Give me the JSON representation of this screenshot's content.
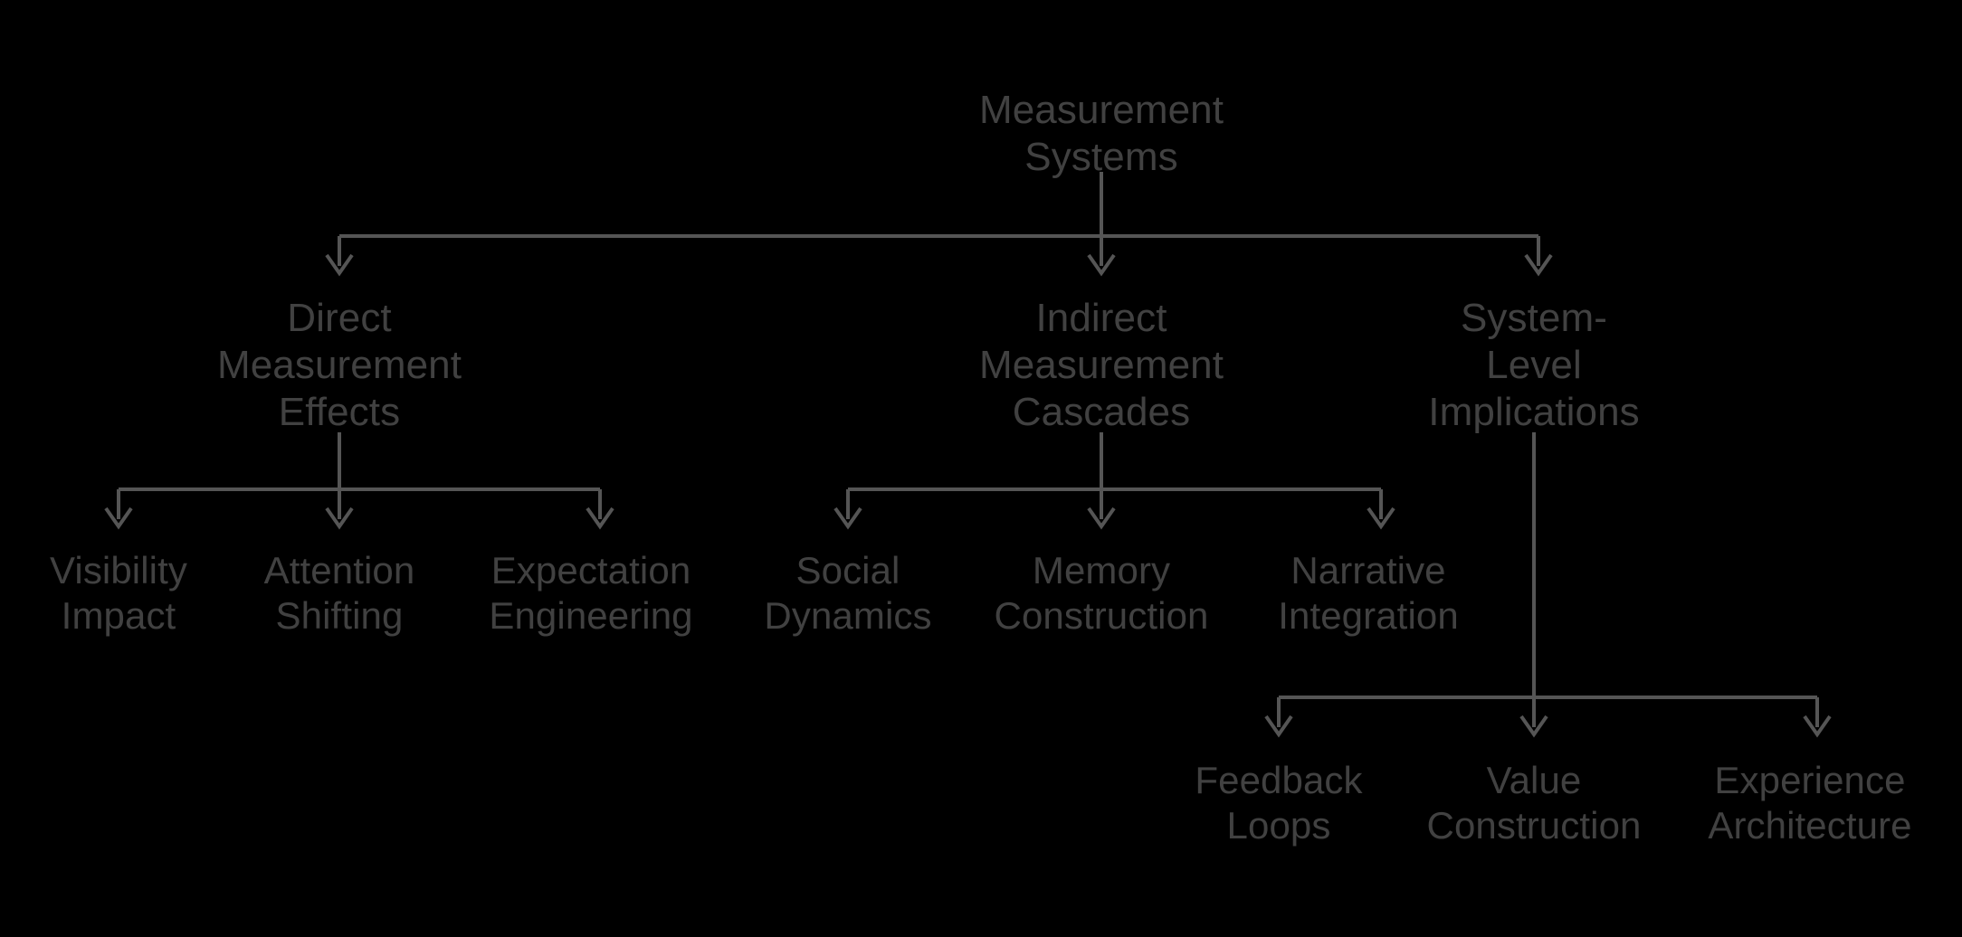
{
  "diagram": {
    "type": "hierarchy-tree",
    "title": "Measurement Systems",
    "background_color": "#000000",
    "text_color": "#414141",
    "connector_color": "#555555",
    "arrow_style": "open-chevron",
    "root": {
      "id": "measurement-systems",
      "label": "Measurement\nSystems"
    },
    "level_two": [
      {
        "id": "direct-measurement-effects",
        "label": "Direct\nMeasurement\nEffects"
      },
      {
        "id": "indirect-measurement-cascades",
        "label": "Indirect\nMeasurement\nCascades"
      },
      {
        "id": "system-level-implications",
        "label": "System-\nLevel\nImplications"
      }
    ],
    "level_three": {
      "direct-measurement-effects": [
        {
          "id": "visibility-impact",
          "label": "Visibility\nImpact"
        },
        {
          "id": "attention-shifting",
          "label": "Attention\nShifting"
        },
        {
          "id": "expectation-engineering",
          "label": "Expectation\nEngineering"
        }
      ],
      "indirect-measurement-cascades": [
        {
          "id": "social-dynamics",
          "label": "Social\nDynamics"
        },
        {
          "id": "memory-construction",
          "label": "Memory\nConstruction"
        },
        {
          "id": "narrative-integration",
          "label": "Narrative\nIntegration"
        }
      ],
      "system-level-implications": [
        {
          "id": "feedback-loops",
          "label": "Feedback\nLoops"
        },
        {
          "id": "value-construction",
          "label": "Value\nConstruction"
        },
        {
          "id": "experience-architecture",
          "label": "Experience\nArchitecture"
        }
      ]
    }
  }
}
